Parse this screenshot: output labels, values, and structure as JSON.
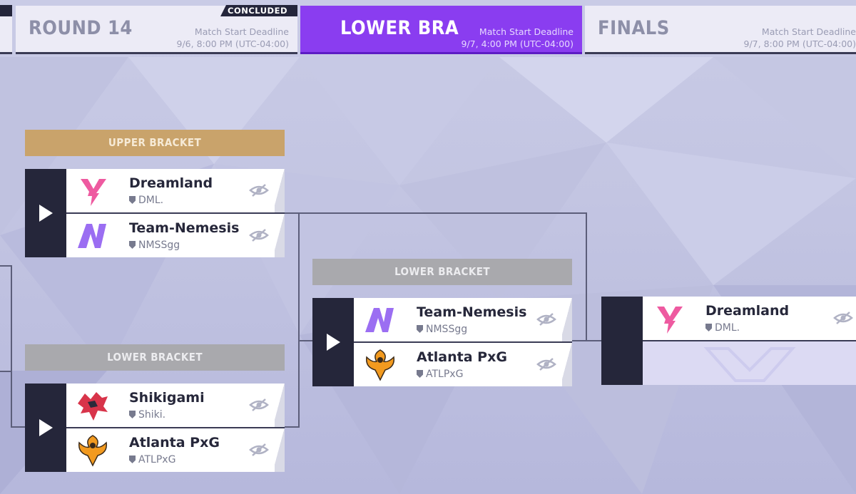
{
  "rounds": [
    {
      "name": "ROUND 14",
      "deadline_label": "Match Start Deadline",
      "deadline": "9/6, 8:00 PM (UTC-04:00)",
      "status": "CONCLUDED"
    },
    {
      "name": "LOWER BRA",
      "deadline_label": "Match Start Deadline",
      "deadline": "9/7, 4:00 PM (UTC-04:00)"
    },
    {
      "name": "FINALS",
      "deadline_label": "Match Start Deadline",
      "deadline": "9/7, 8:00 PM (UTC-04:00)"
    }
  ],
  "matches": {
    "upper": {
      "header": "UPPER BRACKET",
      "team1": {
        "name": "Dreamland",
        "tag": "DML."
      },
      "team2": {
        "name": "Team-Nemesis",
        "tag": "NMSSgg"
      }
    },
    "lower1": {
      "header": "LOWER BRACKET",
      "team1": {
        "name": "Shikigami",
        "tag": "Shiki."
      },
      "team2": {
        "name": "Atlanta PxG",
        "tag": "ATLPxG"
      }
    },
    "lower2": {
      "header": "LOWER BRACKET",
      "team1": {
        "name": "Team-Nemesis",
        "tag": "NMSSgg"
      },
      "team2": {
        "name": "Atlanta PxG",
        "tag": "ATLPxG"
      }
    },
    "final": {
      "team1": {
        "name": "Dreamland",
        "tag": "DML."
      }
    }
  },
  "colors": {
    "active_round": "#8a3df0",
    "upper_header": "#c9a36b",
    "lower_header": "#a9a9ad",
    "dark_panel": "#25263a"
  },
  "icons": [
    "play-icon",
    "hidden-eye-icon",
    "dreamland-logo",
    "nemesis-logo",
    "shikigami-logo",
    "atlanta-pxg-logo",
    "shield-icon"
  ]
}
